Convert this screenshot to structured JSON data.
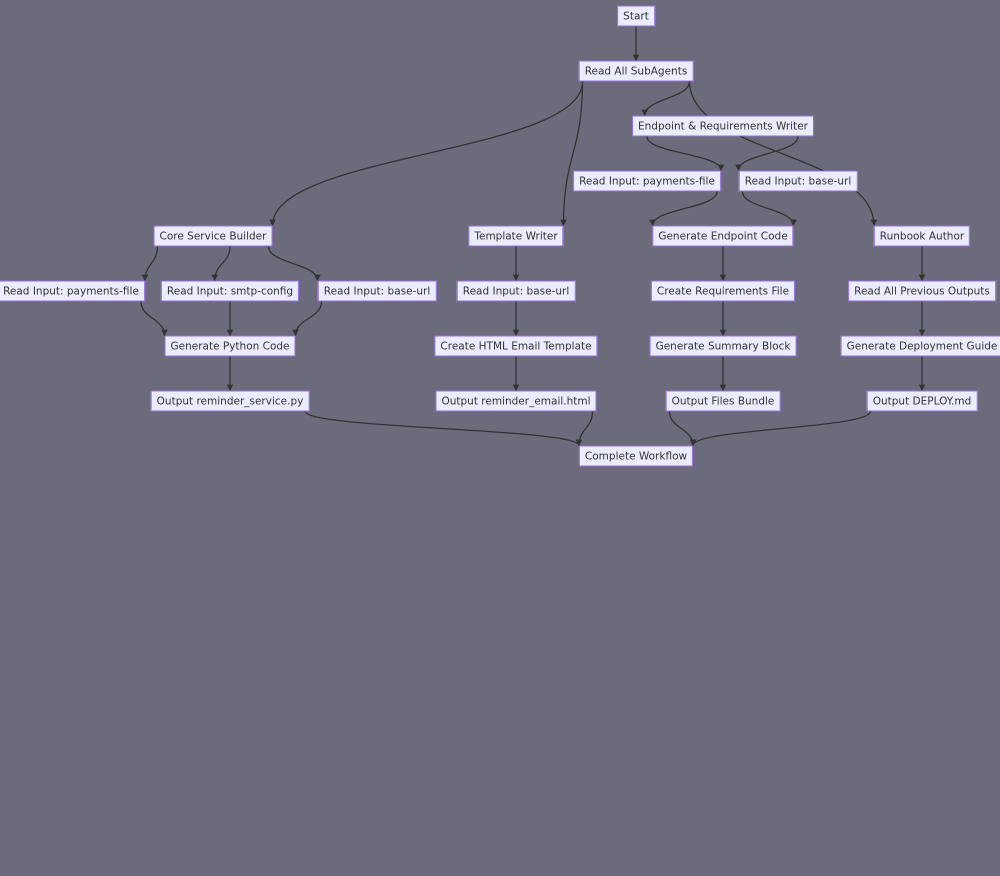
{
  "diagram": {
    "type": "flowchart",
    "nodes": {
      "start": "Start",
      "read_all_subagents": "Read All SubAgents",
      "endpoint_writer": "Endpoint & Requirements Writer",
      "ep_read_payments": "Read Input: payments-file",
      "ep_read_base_url": "Read Input: base-url",
      "core_service_builder": "Core Service Builder",
      "template_writer": "Template Writer",
      "generate_endpoint_code": "Generate Endpoint Code",
      "runbook_author": "Runbook Author",
      "cs_read_payments": "Read Input: payments-file",
      "cs_read_smtp": "Read Input: smtp-config",
      "cs_read_base_url": "Read Input: base-url",
      "tw_read_base_url": "Read Input: base-url",
      "create_requirements_file": "Create Requirements File",
      "read_all_previous_outputs": "Read All Previous Outputs",
      "generate_python_code": "Generate Python Code",
      "create_html_template": "Create HTML Email Template",
      "generate_summary_block": "Generate Summary Block",
      "generate_deployment_guide": "Generate Deployment Guide",
      "output_reminder_service": "Output reminder_service.py",
      "output_reminder_email": "Output reminder_email.html",
      "output_files_bundle": "Output Files Bundle",
      "output_deploy_md": "Output DEPLOY.md",
      "complete_workflow": "Complete Workflow"
    },
    "edges": [
      [
        "start",
        "read_all_subagents"
      ],
      [
        "read_all_subagents",
        "core_service_builder"
      ],
      [
        "read_all_subagents",
        "template_writer"
      ],
      [
        "read_all_subagents",
        "endpoint_writer"
      ],
      [
        "read_all_subagents",
        "runbook_author"
      ],
      [
        "endpoint_writer",
        "ep_read_payments"
      ],
      [
        "endpoint_writer",
        "ep_read_base_url"
      ],
      [
        "ep_read_payments",
        "generate_endpoint_code"
      ],
      [
        "ep_read_base_url",
        "generate_endpoint_code"
      ],
      [
        "core_service_builder",
        "cs_read_payments"
      ],
      [
        "core_service_builder",
        "cs_read_smtp"
      ],
      [
        "core_service_builder",
        "cs_read_base_url"
      ],
      [
        "cs_read_payments",
        "generate_python_code"
      ],
      [
        "cs_read_smtp",
        "generate_python_code"
      ],
      [
        "cs_read_base_url",
        "generate_python_code"
      ],
      [
        "template_writer",
        "tw_read_base_url"
      ],
      [
        "tw_read_base_url",
        "create_html_template"
      ],
      [
        "generate_endpoint_code",
        "create_requirements_file"
      ],
      [
        "create_requirements_file",
        "generate_summary_block"
      ],
      [
        "runbook_author",
        "read_all_previous_outputs"
      ],
      [
        "read_all_previous_outputs",
        "generate_deployment_guide"
      ],
      [
        "generate_python_code",
        "output_reminder_service"
      ],
      [
        "create_html_template",
        "output_reminder_email"
      ],
      [
        "generate_summary_block",
        "output_files_bundle"
      ],
      [
        "generate_deployment_guide",
        "output_deploy_md"
      ],
      [
        "output_reminder_service",
        "complete_workflow"
      ],
      [
        "output_reminder_email",
        "complete_workflow"
      ],
      [
        "output_files_bundle",
        "complete_workflow"
      ],
      [
        "output_deploy_md",
        "complete_workflow"
      ]
    ]
  },
  "colors": {
    "background": "#6b6b7b",
    "node_fill": "#ececff",
    "node_border": "#9370db",
    "node_text": "#333333",
    "edge": "#333333"
  }
}
